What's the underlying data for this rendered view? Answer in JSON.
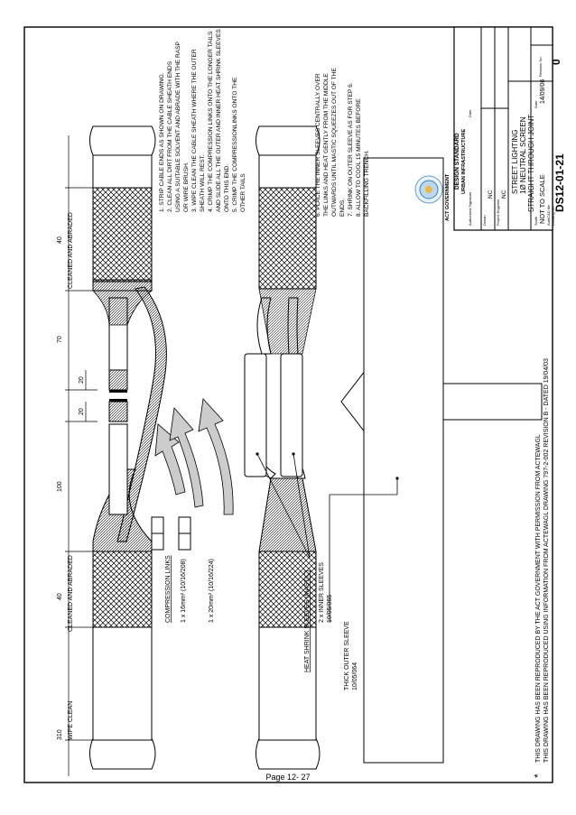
{
  "notes_a": [
    "1. STRIP CABLE ENDS AS SHOWN ON DRAWING.",
    "2. CLEAN ALL DIRT FROM THE CABLE SHEATH ENDS",
    "USING A SUITABLE SOLVENT AND ABRADE WITH THE RASP",
    "OR WIRE BRUSH.",
    "3. WIPE CLEAN THE CABLE SHEATH WHERE THE OUTER",
    "SHEATH WILL REST.",
    "4. CRIMP THE COMPRESSION LINKS ONTO THE LONGER TAILS",
    "AND SLIDE ALL THE OUTER AND INNER HEAT SHRINK SLEEVES",
    "ONTO THIS END.",
    "5. CRIMP THE COMPRESSIONLINKS ONTO THE",
    "OTHER TAILS"
  ],
  "notes_b": [
    "6. PLACE THE INNER SLEEVES CENTRALLY OVER",
    "THE LINKS AND HEAT GENTLY FROM THE MIDDLE",
    "OUTWARDS UNTIL MASTIC SQUEEZES OUT OF THE",
    "ENDS.",
    "7. SHRINK ON OUTER SLEEVE AS FOR STEP 6.",
    "8. ALLOW TO COOL 15 MINUTES BEFORE",
    "BACKFILLING TRENCH."
  ],
  "dims": {
    "d310": "310",
    "wipe": "WIPE CLEAN",
    "d40a": "40",
    "clean_a": "CLEANED AND ABRADED",
    "d100": "100",
    "d20a": "20",
    "d20b": "20",
    "d70": "70",
    "d40b": "40",
    "clean_b": "CLEANED AND ABRADED"
  },
  "links": {
    "title": "COMPRESSION LINKS",
    "l1": "1 x 16mm² (10/16/208)",
    "l2": "1 x 20mm² (10/16/224)"
  },
  "sleeves": {
    "title": "HEAT SHRINK SLEEVES (MASTIC)",
    "inner1": "2 x INNER SLEEVES",
    "inner2": "10/05/065",
    "outer1": "THICK OUTER SLEEVE",
    "outer2": "10/05/064"
  },
  "notice": {
    "star": "*",
    "line1": "THIS DRAWING HAS BEEN REPRODUCED BY THE ACT GOVERNMENT WITH PERMISSION FROM ACTEWAGL",
    "line2": "THIS DRAWING HAS BEEN REPRODUCED USING INFORMATION FROM ACTEWAGL DRAWING 797-2-002 REVISION B - DATED 19/04/03"
  },
  "title_block": {
    "gov": "ACT GOVERNMENT",
    "std1": "DESIGN STANDARD",
    "std2": "URBAN INFRASTRUCTURE",
    "author_lbl": "Authorised Signature",
    "date_lbl": "Date",
    "drawn_lbl": "Drawn",
    "nc1": "NC",
    "checked_lbl": "Project Engineer",
    "nc2": "NC",
    "title1": "STREET LIGHTING",
    "title2": "1Ø NEUTRAL SCREEN",
    "title3": "STRAIGHT THROUGH JOINT",
    "scale_lbl": "Scale",
    "scale": "NOT TO SCALE",
    "date2_lbl": "Date",
    "date": "14/09/06",
    "file_lbl": "AutoCAD file",
    "dwg_lbl": "Drawing No.",
    "dwg": "DS12-01-21",
    "rev_lbl": "Revision No.",
    "rev": "0"
  },
  "footer": "Page 12- 27"
}
